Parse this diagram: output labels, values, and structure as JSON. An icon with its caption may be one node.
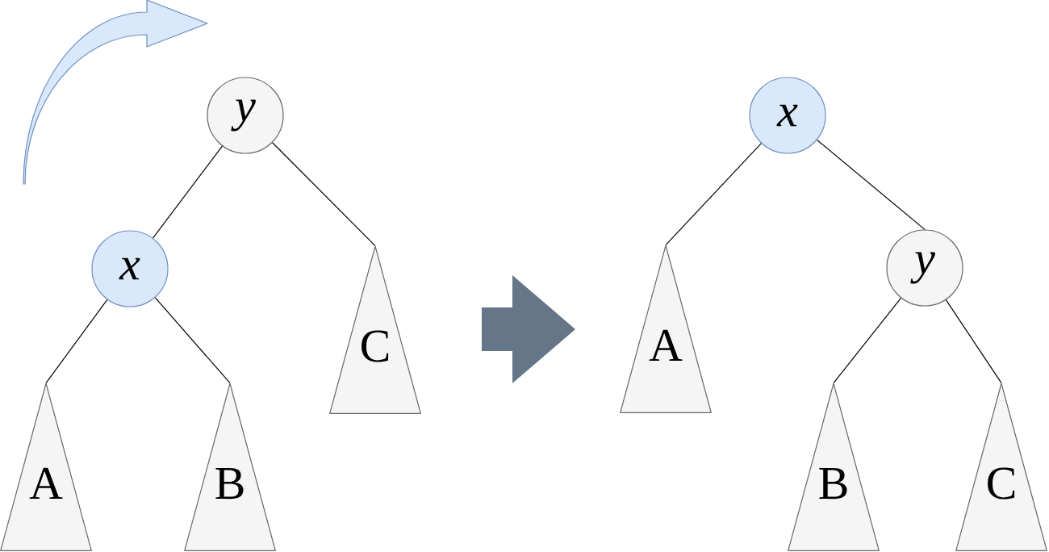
{
  "diagram": {
    "nodes": [
      {
        "text": [
          "y"
        ]
      },
      {
        "text": [
          "x"
        ]
      },
      {
        "text": [
          "A"
        ]
      },
      {
        "text": [
          "B"
        ]
      },
      {
        "text": [
          "C"
        ]
      },
      {
        "text": [
          "x"
        ]
      },
      {
        "text": [
          "A"
        ]
      },
      {
        "text": [
          "y"
        ]
      },
      {
        "text": [
          "B"
        ]
      },
      {
        "text": [
          "C"
        ]
      }
    ],
    "edges": [
      {
        "from": 0,
        "to": 1,
        "arrow": "none"
      },
      {
        "from": 0,
        "to": 4,
        "arrow": "none"
      },
      {
        "from": 1,
        "to": 2,
        "arrow": "none"
      },
      {
        "from": 1,
        "to": 3,
        "arrow": "none"
      },
      {
        "from": 5,
        "to": 6,
        "arrow": "none"
      },
      {
        "from": 5,
        "to": 7,
        "arrow": "none"
      },
      {
        "from": 7,
        "to": 8,
        "arrow": "none"
      },
      {
        "from": 7,
        "to": 9,
        "arrow": "none"
      }
    ]
  }
}
